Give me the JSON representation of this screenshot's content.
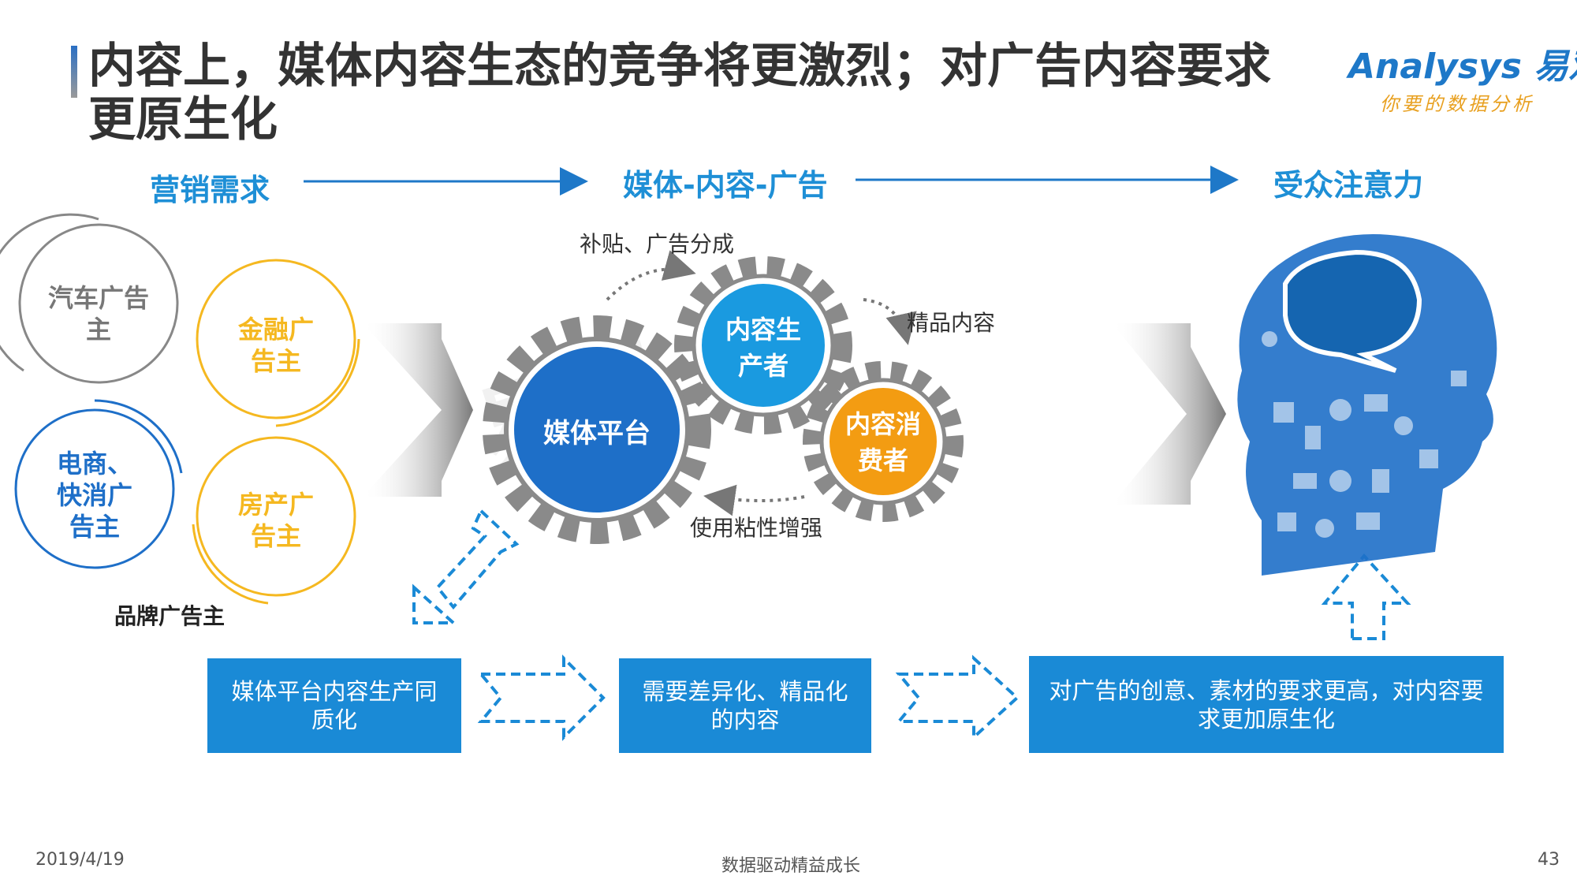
{
  "title": "内容上，媒体内容生态的竞争将更激烈；对广告内容要求更原生化",
  "logo": {
    "brand": "Analysys 易观",
    "slogan": "你要的数据分析"
  },
  "headers": {
    "left": "营销需求",
    "middle": "媒体-内容-广告",
    "right": "受众注意力"
  },
  "advertisers": {
    "auto": "汽车广告主",
    "finance": "金融广告主",
    "ecommerce": "电商、快消广告主",
    "realestate": "房产广告主",
    "brand_label": "品牌广告主"
  },
  "gears": {
    "media": "媒体平台",
    "producer": "内容生产者",
    "consumer": "内容消费者"
  },
  "annotations": {
    "subsidy": "补贴、广告分成",
    "quality": "精品内容",
    "stickiness": "使用粘性增强"
  },
  "boxes": {
    "homogeneous": "媒体平台内容生产同质化",
    "differentiated": "需要差异化、精品化的内容",
    "native": "对广告的创意、素材的要求更高，对内容要求更加原生化"
  },
  "footer": {
    "date": "2019/4/19",
    "slogan": "数据驱动精益成长",
    "page": "43"
  },
  "colors": {
    "blue": "#1a8ad6",
    "dark_blue": "#1e6fc8",
    "orange": "#f39c12",
    "gray": "#8a8a8a",
    "yellow": "#f5b820"
  }
}
